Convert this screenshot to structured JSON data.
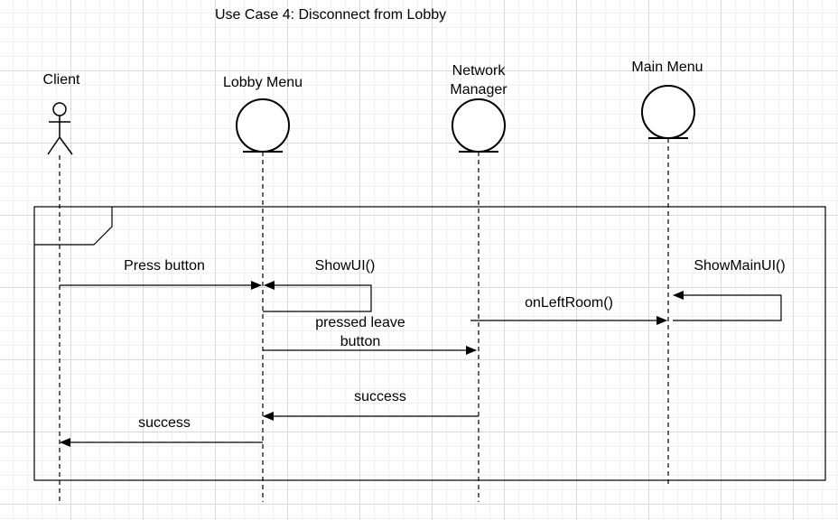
{
  "title": "Use Case 4: Disconnect from Lobby",
  "lifelines": [
    {
      "id": "client",
      "label": "Client",
      "kind": "actor"
    },
    {
      "id": "lobby_menu",
      "label": "Lobby Menu",
      "kind": "boundary"
    },
    {
      "id": "network_manager",
      "label": "Network\nManager",
      "kind": "boundary"
    },
    {
      "id": "main_menu",
      "label": "Main Menu",
      "kind": "boundary"
    }
  ],
  "messages": [
    {
      "label": "Press button",
      "from": "client",
      "to": "lobby_menu"
    },
    {
      "label": "ShowUI()",
      "from": "lobby_menu",
      "to": "lobby_menu"
    },
    {
      "label": "onLeftRoom()",
      "from": "network_manager",
      "to": "main_menu"
    },
    {
      "label": "ShowMainUI()",
      "from": "main_menu",
      "to": "main_menu"
    },
    {
      "label": "pressed leave\nbutton",
      "from": "lobby_menu",
      "to": "network_manager"
    },
    {
      "label": "success",
      "from": "network_manager",
      "to": "lobby_menu"
    },
    {
      "label": "success",
      "from": "lobby_menu",
      "to": "client"
    }
  ]
}
